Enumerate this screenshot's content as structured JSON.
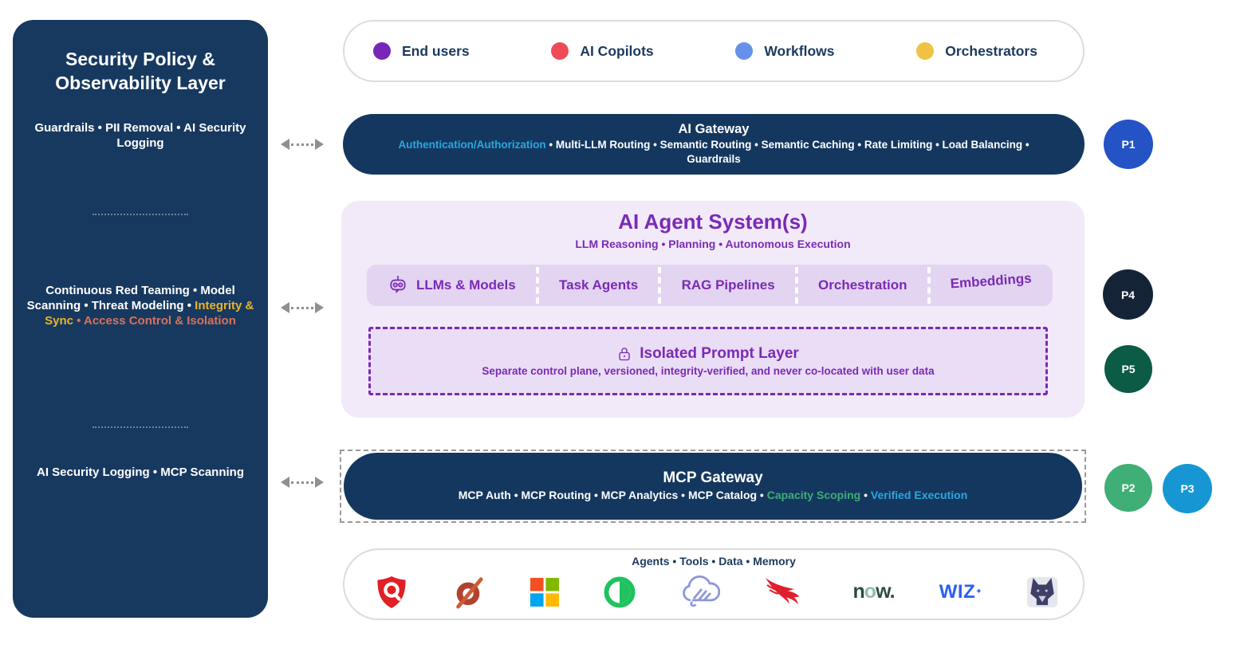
{
  "sidebar": {
    "title": "Security Policy & Observability Layer",
    "group1": {
      "text": "Guardrails • PII Removal • AI Security Logging"
    },
    "group2": {
      "white": "Continuous Red Teaming • Model Scanning • Threat Modeling • ",
      "gold": "Integrity & Sync",
      "sep": " • ",
      "salmon": "Access Control & Isolation"
    },
    "group3": {
      "text": "AI Security Logging • MCP Scanning"
    }
  },
  "sources_legend": {
    "items": [
      {
        "label": "End users",
        "dot_color": "#7726b8"
      },
      {
        "label": "AI Copilots",
        "dot_color": "#ef4b57"
      },
      {
        "label": "Workflows",
        "dot_color": "#6691ea"
      },
      {
        "label": "Orchestrators",
        "dot_color": "#f0c243"
      }
    ]
  },
  "ai_gateway": {
    "title": "AI Gateway",
    "highlight": "Authentication/Authorization",
    "features": " • Multi-LLM Routing • Semantic Routing • Semantic Caching • Rate Limiting • Load Balancing • Guardrails"
  },
  "agent_system": {
    "title": "AI Agent System(s)",
    "subtitle": "LLM Reasoning • Planning • Autonomous Execution",
    "capabilities": [
      "LLMs & Models",
      "Task Agents",
      "RAG Pipelines",
      "Orchestration",
      "Embeddings"
    ],
    "isolated_prompt_layer": {
      "title": "Isolated Prompt Layer",
      "subtitle": "Separate control plane, versioned, integrity-verified, and never co-located with user data"
    }
  },
  "mcp_gateway": {
    "title": "MCP Gateway",
    "features_white": "MCP Auth • MCP Routing • MCP Analytics • MCP Catalog • ",
    "features_green": "Capacity Scoping",
    "sep": " • ",
    "features_blue": "Verified Execution"
  },
  "downstream": {
    "title": "Agents • Tools • Data • Memory",
    "logos": [
      {
        "name": "qualys-shield-logo"
      },
      {
        "name": "compass-gauge-logo"
      },
      {
        "name": "microsoft-logo"
      },
      {
        "name": "green-contrast-circle-logo"
      },
      {
        "name": "purple-cloud-scribble-logo"
      },
      {
        "name": "crowdstrike-falcon-logo"
      },
      {
        "name": "servicenow-now-logo"
      },
      {
        "name": "wiz-logo"
      },
      {
        "name": "snyk-doberman-logo"
      }
    ],
    "servicenow": {
      "n": "n",
      "o": "o",
      "w": "w."
    },
    "wiz": {
      "text": "WIZ",
      "star": "✦"
    }
  },
  "badges": [
    {
      "label": "P1",
      "color": "#2453c5"
    },
    {
      "label": "P2",
      "color": "#3fae77"
    },
    {
      "label": "P3",
      "color": "#1697d4"
    },
    {
      "label": "P4",
      "color": "#152337"
    },
    {
      "label": "P5",
      "color": "#0b5b46"
    }
  ],
  "colors": {
    "navy": "#14375f",
    "purple_accent": "#7a2ab5",
    "agent_bg": "#f2eaf9",
    "capability_bg": "#e3d4f1",
    "highlight_blue": "#29a8e0",
    "highlight_green": "#3fae77",
    "highlight_gold": "#eab529",
    "highlight_salmon": "#d9715a"
  }
}
